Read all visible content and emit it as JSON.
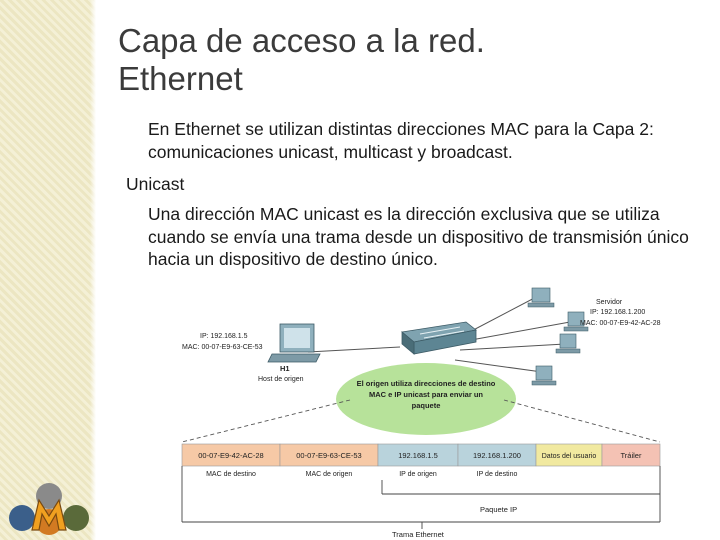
{
  "slide": {
    "title_line1": "Capa de acceso a la red.",
    "title_line2": "Ethernet",
    "paragraph1": "En Ethernet se utilizan distintas direcciones MAC para la Capa 2: comunicaciones unicast, multicast y broadcast.",
    "section_label": "Unicast",
    "paragraph2": "Una dirección MAC unicast es la dirección exclusiva que se utiliza cuando se envía una trama desde un dispositivo de transmisión único hacia un dispositivo de destino único."
  },
  "diagram": {
    "host": {
      "ip": "IP: 192.168.1.5",
      "mac": "MAC: 00-07-E9-63-CE-53",
      "name": "H1",
      "role": "Host de origen"
    },
    "server": {
      "title": "Servidor",
      "ip": "IP: 192.168.1.200",
      "mac": "MAC: 00-07-E9-42-AC-28"
    },
    "bubble": [
      "El origen utiliza direcciones de destino",
      "MAC e IP unicast para enviar un",
      "paquete"
    ],
    "frame_fields": [
      {
        "value": "00-07-E9-42-AC-28",
        "label": "MAC de destino"
      },
      {
        "value": "00-07-E9-63-CE-53",
        "label": "MAC de origen"
      },
      {
        "value": "192.168.1.5",
        "label": "IP de origen"
      },
      {
        "value": "192.168.1.200",
        "label": "IP de destino"
      },
      {
        "value": "Datos del usuario",
        "label": ""
      },
      {
        "value": "Tráiler",
        "label": ""
      }
    ],
    "ip_packet_label": "Paquete IP",
    "frame_label": "Trama Ethernet"
  },
  "colors": {
    "title": "#3b3b3b",
    "mac_cell": "#f6c9a6",
    "ip_cell": "#b9d3dc",
    "data_cell": "#f1e9a0",
    "trailer_cell": "#f4c2b4",
    "bubble": "#b7e29a",
    "side_strip": "#f4f0d6"
  },
  "icons": [
    "host-computer-icon",
    "server-computer-icon",
    "switch-icon",
    "logo-icon"
  ]
}
